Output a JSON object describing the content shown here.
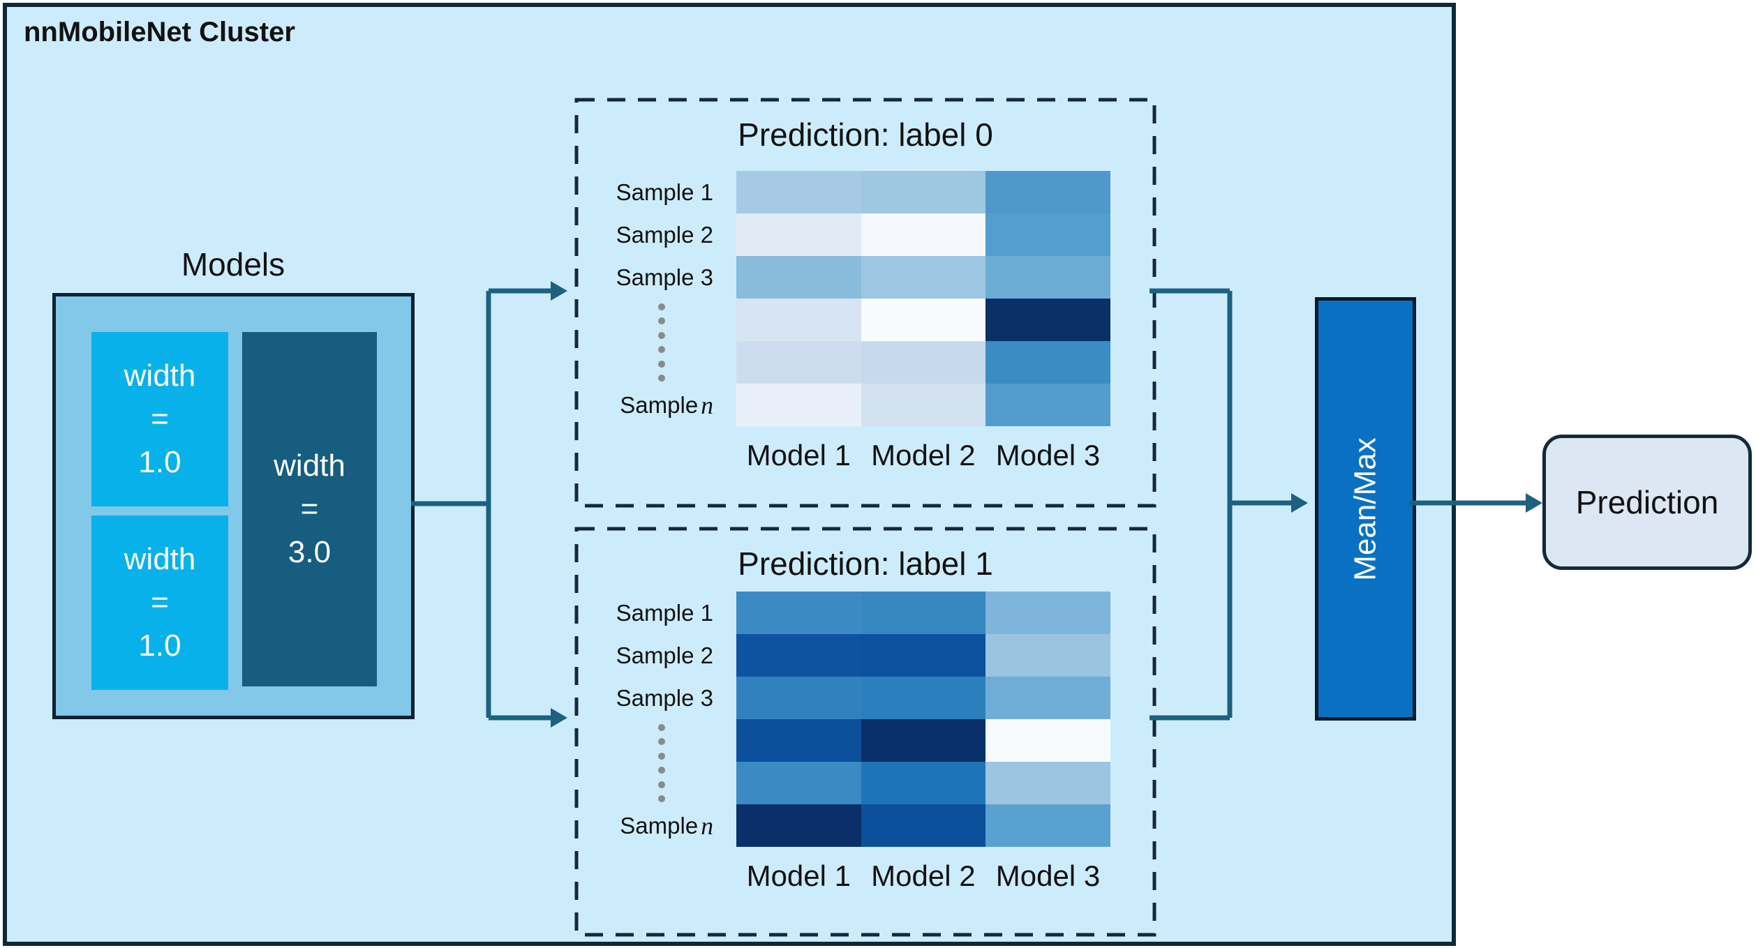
{
  "title": "nnMobileNet Cluster",
  "models": {
    "label": "Models",
    "boxes": [
      {
        "name": "width-1.0-a",
        "lines": [
          "width",
          "=",
          "1.0"
        ]
      },
      {
        "name": "width-1.0-b",
        "lines": [
          "width",
          "=",
          "1.0"
        ]
      },
      {
        "name": "width-3.0",
        "lines": [
          "width",
          "=",
          "3.0"
        ]
      }
    ]
  },
  "prediction_groups": [
    {
      "title": "Prediction: label 0",
      "chart_index": 0
    },
    {
      "title": "Prediction: label 1",
      "chart_index": 1
    }
  ],
  "aggregator": {
    "label": "Mean/Max"
  },
  "output": {
    "label": "Prediction"
  },
  "colors": {
    "page_bg": "#ffffff",
    "cluster_bg": "#cdecfb",
    "cluster_border": "#0d2836",
    "models_box_bg": "#82c8e9",
    "models_box_border": "#0d2130",
    "width_small_bg": "#09b1ea",
    "width_large_bg": "#165d7f",
    "box_text": "#ffffff",
    "dashed_border": "#13293a",
    "arrow": "#1d6080",
    "meanmax_bg": "#0a71c2",
    "meanmax_border": "#0a1b2a",
    "prediction_bg": "#dce7f3",
    "prediction_border": "#15293c",
    "text_dark": "#121212",
    "dots_color": "#8a8a8a"
  },
  "chart_data": [
    {
      "type": "heatmap",
      "title": "Prediction: label 0",
      "x_labels": [
        "Model 1",
        "Model 2",
        "Model 3"
      ],
      "row_labels": [
        "Sample 1",
        "Sample 2",
        "Sample 3",
        "Sample n"
      ],
      "has_ellipsis_dots": true,
      "n_rows": 6,
      "n_cols": 3,
      "cell_colors": [
        [
          "#a6cae3",
          "#9fc7e1",
          "#5098cc"
        ],
        [
          "#e1eaf5",
          "#f5f9fd",
          "#549dce"
        ],
        [
          "#89bbdc",
          "#9cc6e1",
          "#6dacd5"
        ],
        [
          "#d7e4f1",
          "#f8fbfe",
          "#0b3067"
        ],
        [
          "#cdddef",
          "#c7daed",
          "#3c8cc4"
        ],
        [
          "#e9eff8",
          "#d2e1f0",
          "#549cce"
        ]
      ]
    },
    {
      "type": "heatmap",
      "title": "Prediction: label 1",
      "x_labels": [
        "Model 1",
        "Model 2",
        "Model 3"
      ],
      "row_labels": [
        "Sample 1",
        "Sample 2",
        "Sample 3",
        "Sample n"
      ],
      "has_ellipsis_dots": true,
      "n_rows": 6,
      "n_cols": 3,
      "cell_colors": [
        [
          "#3b8ac3",
          "#3787c1",
          "#7fb5da"
        ],
        [
          "#0d53a0",
          "#0c519e",
          "#9ac4e0"
        ],
        [
          "#3181be",
          "#2c7fbd",
          "#70add6"
        ],
        [
          "#0c4f9b",
          "#0a3069",
          "#f7fafd"
        ],
        [
          "#3b8ac3",
          "#1f74b8",
          "#9dc5e1"
        ],
        [
          "#0b3069",
          "#0c4f9c",
          "#59a1d0"
        ]
      ]
    }
  ]
}
